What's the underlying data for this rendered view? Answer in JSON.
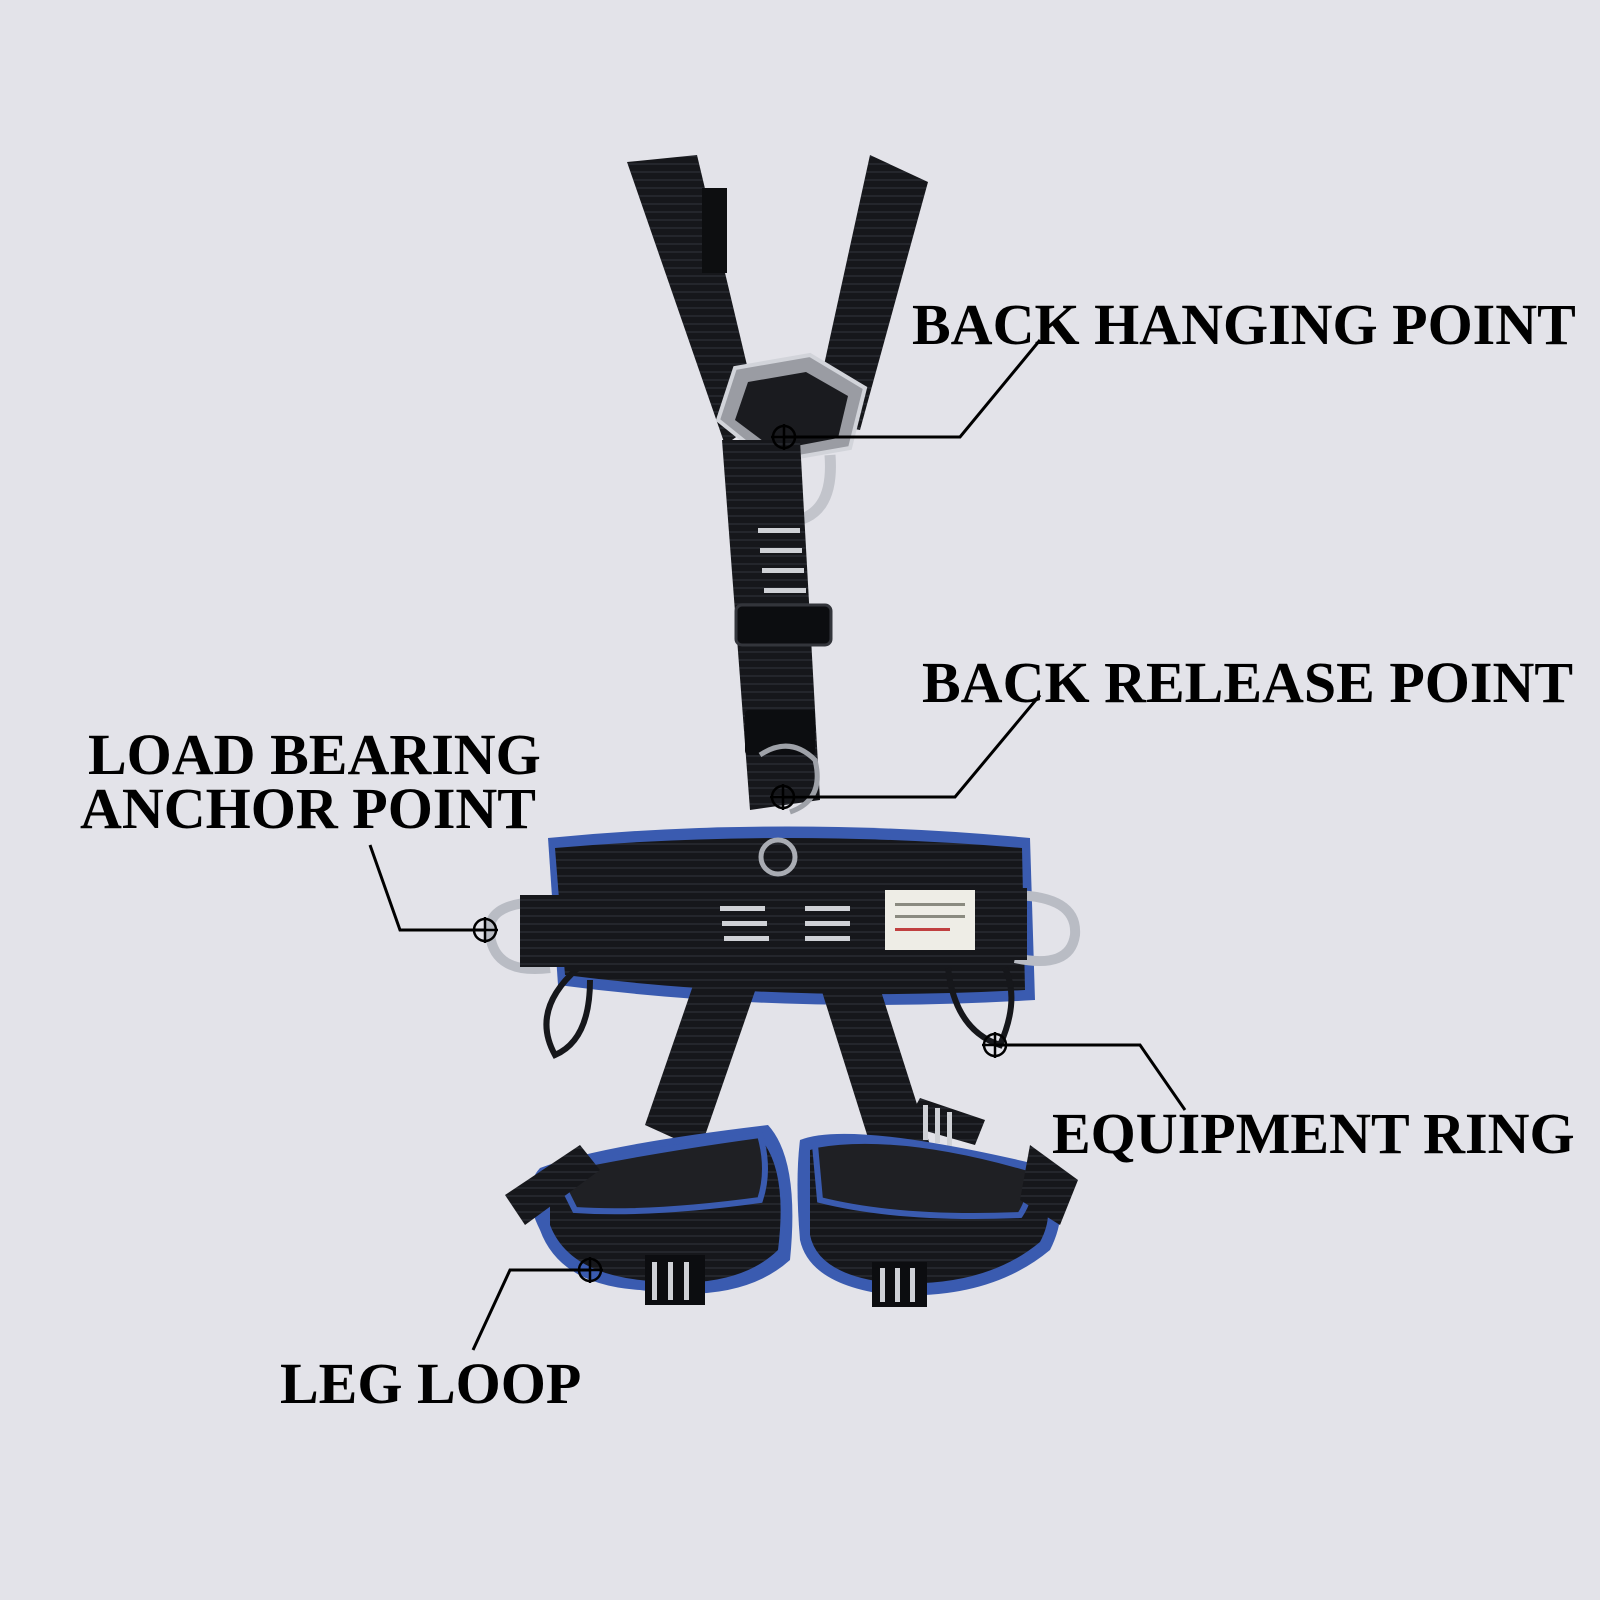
{
  "labels": {
    "back_hanging_point": "BACK HANGING POINT",
    "back_release_point": "BACK RELEASE POINT",
    "load_bearing_line1": "LOAD BEARING",
    "load_bearing_line2": "ANCHOR POINT",
    "equipment_ring": "EQUIPMENT RING",
    "leg_loop": "LEG LOOP"
  },
  "colors": {
    "background": "#e3e3e9",
    "webbing": "#141518",
    "padding_blue": "#3a5bb0",
    "metal": "#b9bcc4",
    "callout_line": "#000000"
  },
  "icons": [
    "crosshair-marker-icon"
  ]
}
